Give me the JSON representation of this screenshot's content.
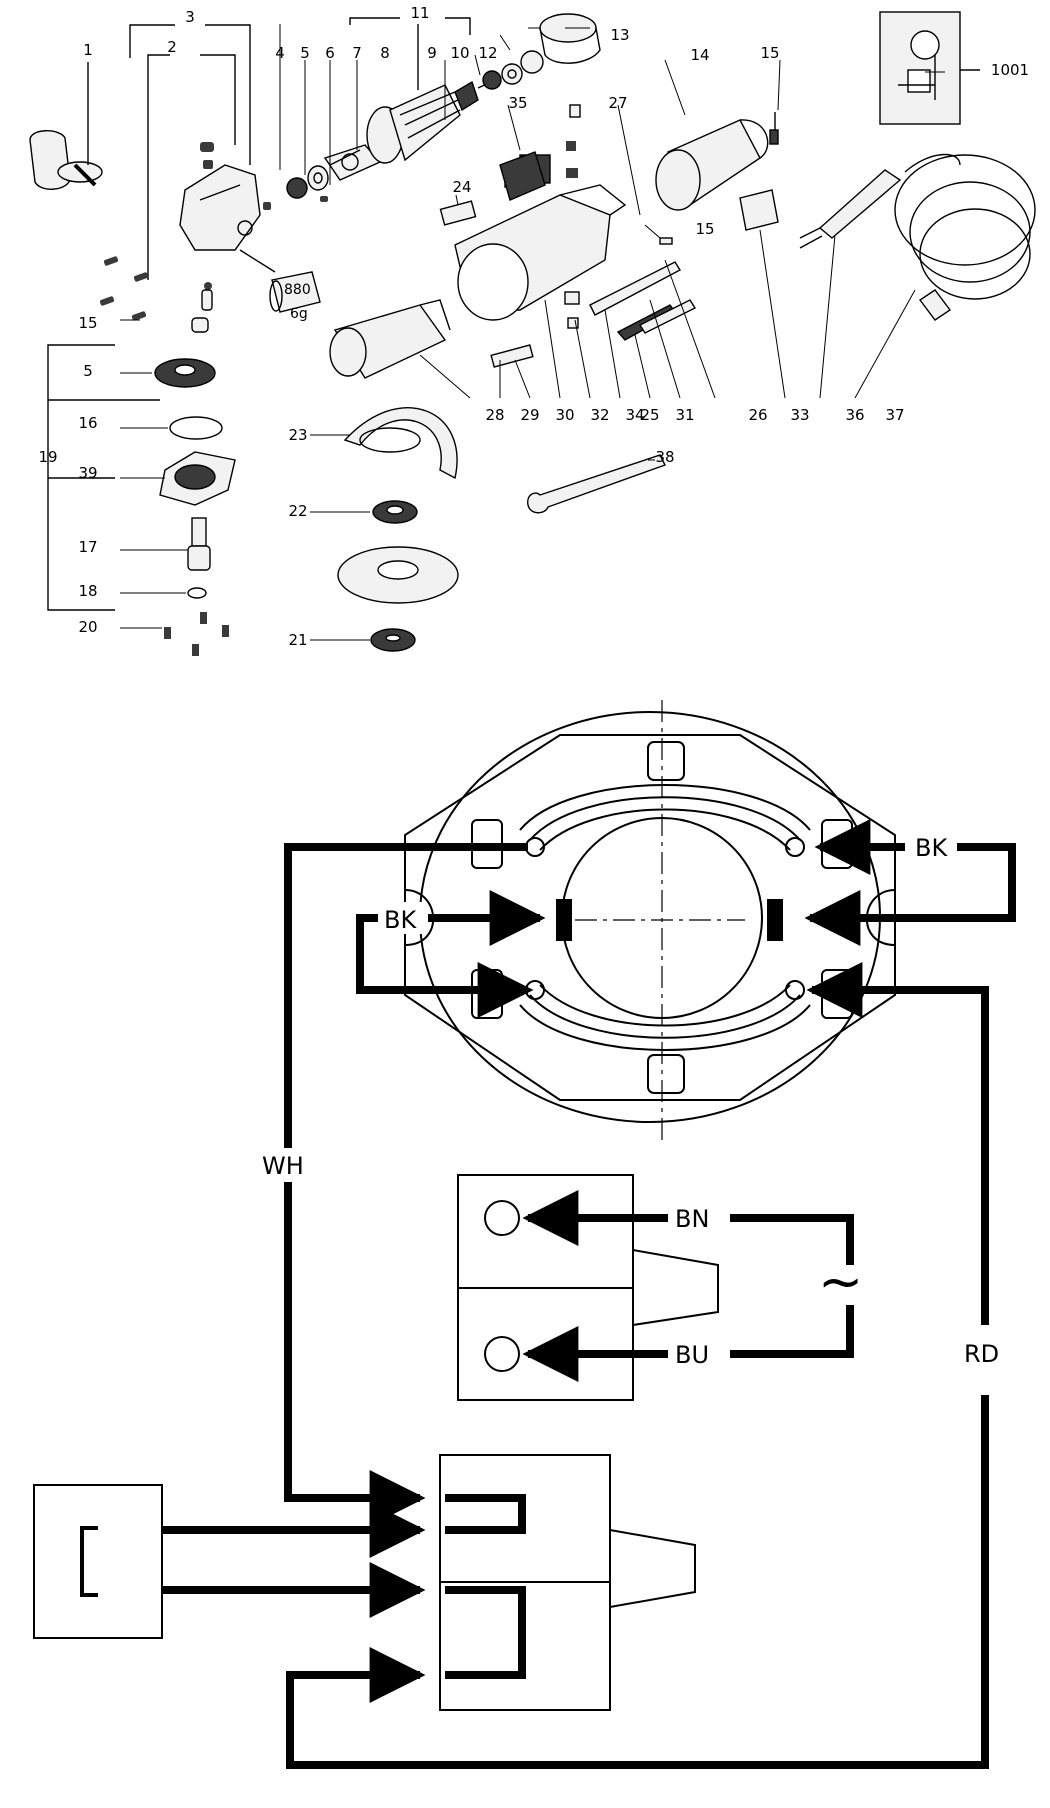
{
  "colors": {
    "ink": "#000000",
    "paper": "#ffffff",
    "part_fill": "#f2f2f2",
    "part_dark": "#3a3a3a"
  },
  "exploded_view": {
    "part_numbers": [
      "1",
      "2",
      "3",
      "4",
      "5",
      "6",
      "7",
      "8",
      "9",
      "10",
      "11",
      "12",
      "13",
      "14",
      "15",
      "16",
      "17",
      "18",
      "19",
      "20",
      "21",
      "22",
      "23",
      "24",
      "25",
      "26",
      "27",
      "28",
      "29",
      "30",
      "31",
      "32",
      "33",
      "34",
      "35",
      "36",
      "37",
      "38",
      "39",
      "1001"
    ],
    "grease_tube": {
      "code": "880",
      "amount": "6g"
    }
  },
  "wiring_diagram": {
    "wire_labels": {
      "bk_right": "BK",
      "bk_left": "BK",
      "wh": "WH",
      "rd": "RD",
      "bn": "BN",
      "bu": "BU"
    },
    "ac_symbol": "~",
    "capacitor_symbol": "C"
  }
}
